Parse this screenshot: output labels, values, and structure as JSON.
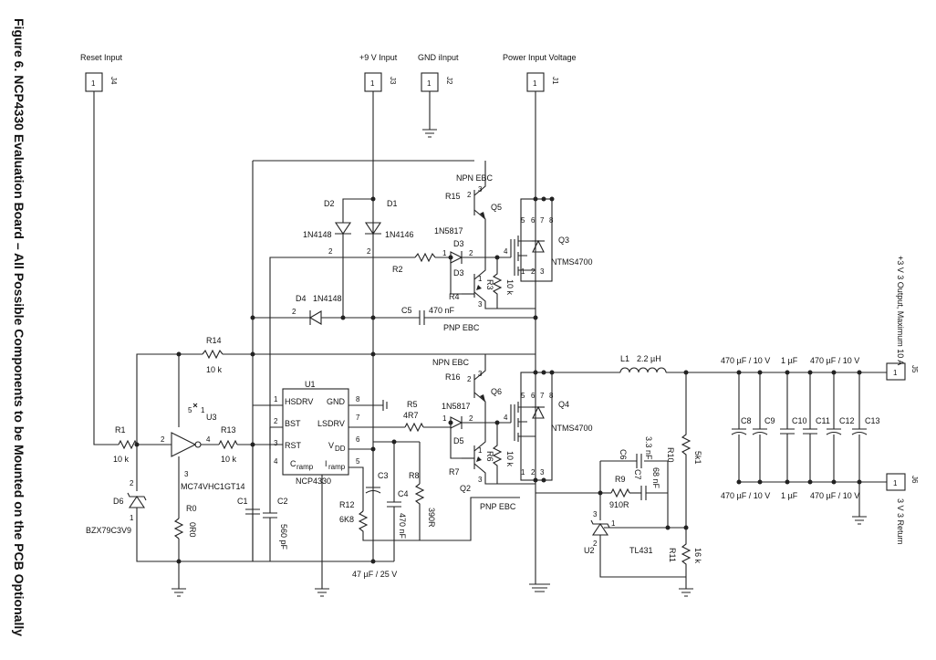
{
  "caption": "Figure 6. NCP4330 Evaluation Board – All Possible Components to be Mounted on the PCB Optionally",
  "connectors": {
    "j4": {
      "title": "Reset Input",
      "ref": "J4",
      "pin": "1"
    },
    "j3": {
      "title": "+9 V Input",
      "ref": "J3",
      "pin": "1"
    },
    "j2": {
      "title": "GND iInput",
      "ref": "J2",
      "pin": "1"
    },
    "j1": {
      "title": "Power Input Voltage",
      "ref": "J1",
      "pin": "1"
    },
    "j5": {
      "title": "+3 V 3 Output, Maximum 10 A",
      "ref": "J5",
      "pin": "1"
    },
    "j6": {
      "title": "3 V 3 Return",
      "ref": "J6",
      "pin": "1"
    }
  },
  "components": {
    "d2": {
      "ref": "D2",
      "part": "1N4148",
      "pin": "2"
    },
    "d1": {
      "ref": "D1",
      "part": "1N4146",
      "pin": "2"
    },
    "d4": {
      "ref": "D4",
      "part": "1N4148",
      "pin": "2"
    },
    "r2": {
      "ref": "R2"
    },
    "c5": {
      "ref": "C5",
      "value": "470 nF"
    },
    "q5": {
      "ref": "Q5",
      "type": "NPN EBC"
    },
    "r15": {
      "ref": "R15"
    },
    "d3_top": {
      "ref": "D3",
      "part": "1N5817"
    },
    "d3_bot": {
      "ref": "D3"
    },
    "r4": {
      "ref": "R4"
    },
    "r3": {
      "ref": "R3",
      "value": "10 k"
    },
    "q_top_pnp": {
      "type": "PNP EBC"
    },
    "q3": {
      "ref": "Q3",
      "part": "NTMS4700"
    },
    "r14": {
      "ref": "R14",
      "value": "10 k"
    },
    "r1": {
      "ref": "R1",
      "value": "10 k"
    },
    "r13": {
      "ref": "R13",
      "value": "10 k"
    },
    "u3": {
      "ref": "U3",
      "part": "MC74VHC1GT14",
      "pin2": "2",
      "pin4": "4",
      "pin3": "3",
      "pin5": "5",
      "pin1": "1"
    },
    "r0": {
      "ref": "R0",
      "value": "0R0"
    },
    "d6": {
      "ref": "D6",
      "part": "BZX79C3V9",
      "pin2": "2",
      "pin1": "1"
    },
    "u1": {
      "ref": "U1",
      "part": "NCP4330",
      "p1": "HSDRV",
      "p2": "BST",
      "p3": "RST",
      "p4": "C",
      "p4sub": "ramp",
      "p5sub": "ramp",
      "p5": "I",
      "p6": "V",
      "p6sub": "DD",
      "p7": "LSDRV",
      "p8": "GND",
      "n1": "1",
      "n2": "2",
      "n3": "3",
      "n4": "4",
      "n5": "5",
      "n6": "6",
      "n7": "7",
      "n8": "8"
    },
    "c1": {
      "ref": "C1"
    },
    "c2": {
      "ref": "C2",
      "value": "560 pF"
    },
    "r12": {
      "ref": "R12",
      "value": "6K8"
    },
    "c3": {
      "ref": "C3",
      "value": "47 µF / 25 V"
    },
    "c4": {
      "ref": "C4",
      "value": "470 nF"
    },
    "r8": {
      "ref": "R8",
      "value": "390R"
    },
    "r5": {
      "ref": "R5",
      "value": "4R7"
    },
    "q6": {
      "ref": "Q6",
      "type": "NPN EBC"
    },
    "r16": {
      "ref": "R16"
    },
    "d_mid": {
      "part": "1N5817"
    },
    "d5": {
      "ref": "D5"
    },
    "r7": {
      "ref": "R7"
    },
    "r6": {
      "ref": "R6",
      "value": "10 k"
    },
    "q2": {
      "ref": "Q2",
      "type": "PNP EBC"
    },
    "q4": {
      "ref": "Q4",
      "part": "NTMS4700"
    },
    "l1": {
      "ref": "L1",
      "value": "2.2 µH"
    },
    "c6": {
      "ref": "C6",
      "value": "3.3 nF"
    },
    "r9": {
      "ref": "R9",
      "value": "910R"
    },
    "c7": {
      "ref": "C7",
      "value": "68 nF"
    },
    "r10": {
      "ref": "R10",
      "value": "5k1"
    },
    "r11": {
      "ref": "R11",
      "value": "16 k"
    },
    "u2": {
      "ref": "U2",
      "part": "TL431",
      "pin3": "3",
      "pin1": "1",
      "pin2": "2"
    },
    "c8": {
      "ref": "C8",
      "value": "470 µF / 10 V"
    },
    "c9": {
      "ref": "C9",
      "value": "470 µF / 10 V"
    },
    "c10": {
      "ref": "C10",
      "value": "1 µF"
    },
    "c11": {
      "ref": "C11"
    },
    "c12": {
      "ref": "C12",
      "value": "470 µF / 10 V"
    },
    "c13": {
      "ref": "C13"
    },
    "bottom_caps": {
      "c8": "470 µF / 10 V",
      "c10": "1 µF",
      "c12": "470 µF / 10 V"
    }
  },
  "mosfet_pins": {
    "d5": "5",
    "d6": "6",
    "d7": "7",
    "d8": "8",
    "s1": "1",
    "s2": "2",
    "s3": "3",
    "g4": "4"
  },
  "bjt_pins": {
    "p1": "1",
    "p2": "2",
    "p3": "3"
  }
}
